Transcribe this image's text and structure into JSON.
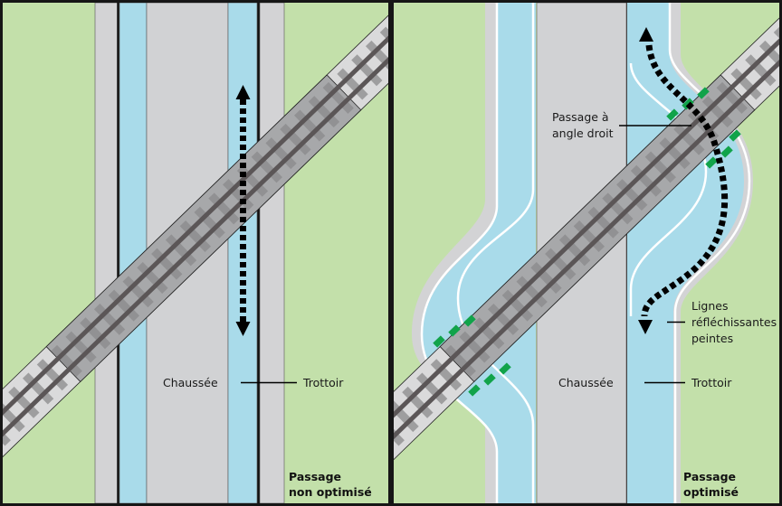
{
  "colors": {
    "grass": "#c3e0aa",
    "curb": "#d3d3d5",
    "road": "#d1d2d4",
    "sidewalk": "#a9dbea",
    "track_bed_outer": "#dadadb",
    "track_bed_inner": "#a7a8aa",
    "rail": "#5b5657",
    "tie": "#8a8a8b",
    "frame": "#161616",
    "reflective_marking": "#11a34a",
    "arrow": "#000000"
  },
  "panels": [
    {
      "id": "non-optimized",
      "labels": {
        "road": "Chaussée",
        "sidewalk": "Trottoir",
        "caption_line1": "Passage",
        "caption_line2": "non optimisé"
      }
    },
    {
      "id": "optimized",
      "labels": {
        "road": "Chaussée",
        "sidewalk": "Trottoir",
        "right_angle_line1": "Passage à",
        "right_angle_line2": "angle droit",
        "reflective_line1": "Lignes",
        "reflective_line2": "réfléchissantes",
        "reflective_line3": "peintes",
        "caption_line1": "Passage",
        "caption_line2": "optimisé"
      }
    }
  ]
}
